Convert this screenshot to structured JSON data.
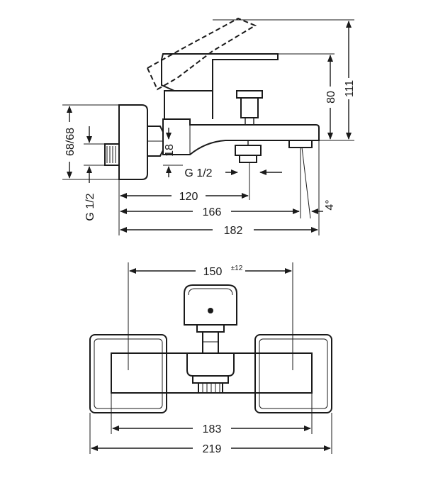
{
  "side_view": {
    "dims": {
      "height_111": "111",
      "height_80": "80",
      "offset_68_68": "68/68",
      "thread_g12_left": "G 1/2",
      "step_18": "18",
      "thread_g12_spout": "G 1/2",
      "length_120": "120",
      "length_166": "166",
      "length_182": "182",
      "angle_4deg": "4°"
    }
  },
  "top_view": {
    "dims": {
      "spacing_150": "150",
      "tolerance_12": "±12",
      "width_183": "183",
      "width_219": "219"
    }
  }
}
